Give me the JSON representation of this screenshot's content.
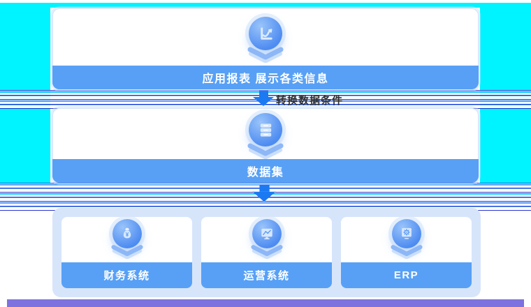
{
  "colors": {
    "footer_blue": "#57A0F6",
    "arrow_blue": "#1B79F2",
    "glitch_cyan": "#00F4FF",
    "bottom_bar_purple": "#7E72DF",
    "panel_light_blue": "#D7E5FB",
    "icon_circle_dark": "#4E8CF1",
    "icon_circle_light": "#9AC4FA"
  },
  "flow": {
    "reports_card": {
      "label": "应用报表 展示各类信息",
      "icon": "line-chart-icon"
    },
    "arrow1": {
      "label": "转换数据条件",
      "icon": "down-arrow-icon"
    },
    "dataset_card": {
      "label": "数据集",
      "icon": "database-stack-icon"
    },
    "arrow2": {
      "icon": "down-arrow-icon"
    },
    "source_cards": [
      {
        "label": "财务系统",
        "icon": "money-bag-icon"
      },
      {
        "label": "运营系统",
        "icon": "monitor-chart-icon"
      },
      {
        "label": "ERP",
        "icon": "gear-window-icon"
      }
    ]
  },
  "glyphs": {
    "currency_symbol": "¥"
  }
}
